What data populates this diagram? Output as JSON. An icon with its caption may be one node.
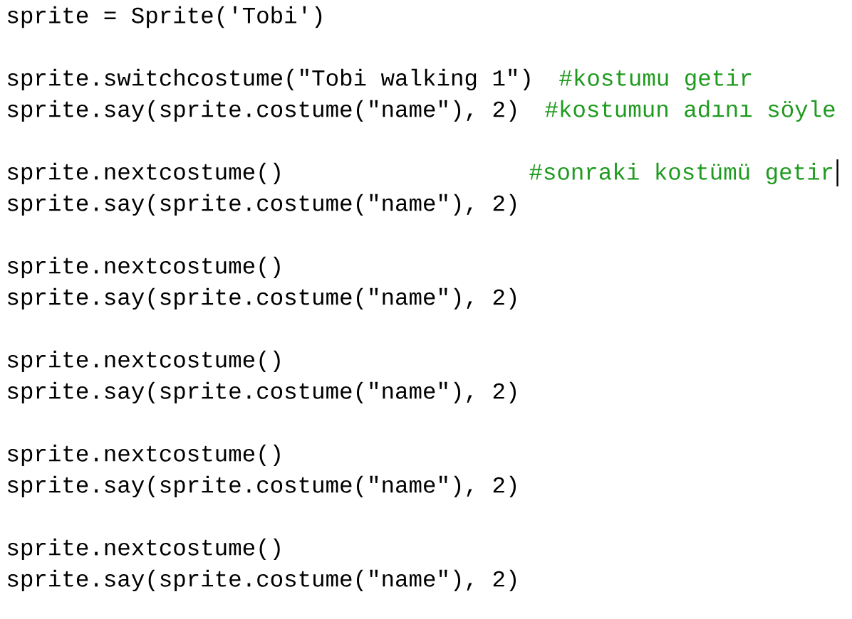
{
  "diagram": {
    "labels": [
      "sprite = Sprite('Tobi')",
      "sprite.switchcostume(\"Tobi walking 1\")",
      "#kostumu getir",
      "sprite.say(sprite.costume(\"name\"), 2)",
      "#kostumun adını söyle",
      "sprite.nextcostume()",
      "#sonraki kostümü getir",
      "sprite.say(sprite.costume(\"name\"), 2)",
      "sprite.nextcostume()",
      "sprite.say(sprite.costume(\"name\"), 2)",
      "sprite.nextcostume()",
      "sprite.say(sprite.costume(\"name\"), 2)",
      "sprite.nextcostume()",
      "sprite.say(sprite.costume(\"name\"), 2)",
      "sprite.nextcostume()",
      "sprite.say(sprite.costume(\"name\"), 2)"
    ]
  }
}
